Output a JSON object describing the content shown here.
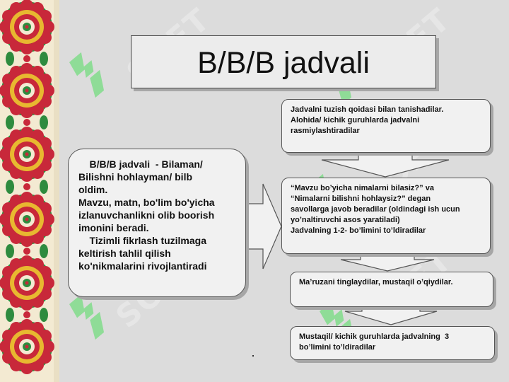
{
  "title": "B/B/B jadvali",
  "watermark": "SOFT",
  "main_box": {
    "lines": [
      "    B/B/B jadvali  - Bilaman/",
      "Bilishni hohlayman/ bilb",
      "oldim.",
      "Mavzu, matn, bo'lim bo'yicha",
      "izlanuvchanlikni olib boorish",
      "imonini beradi.",
      "    Tizimli fikrlash tuzilmaga",
      "keltirish tahlil qilish",
      "ko'nikmalarini rivojlantiradi"
    ]
  },
  "steps": [
    {
      "lines": [
        "Jadvalni tuzish qoidasi bilan tanishadilar.",
        "Alohida/ kichik guruhlarda jadvalni",
        "rasmiylashtiradilar"
      ]
    },
    {
      "lines": [
        "“Mavzu bo’yicha nimalarni bilasiz?” va",
        "“Nimalarni bilishni hohlaysiz?” degan",
        "savollarga javob beradilar (oldindagi ish ucun",
        "yo’naltiruvchi asos yaratiladi)",
        "Jadvalning 1-2- bo’limini to’ldiradilar"
      ]
    },
    {
      "lines": [
        "Ma’ruzani tinglaydilar, mustaqil o’qiydilar."
      ]
    },
    {
      "lines": [
        "Mustaqil/ kichik guruhlarda jadvalning  3",
        "bo’limini to’ldiradilar"
      ]
    }
  ],
  "colors": {
    "ornament_red": "#c8283a",
    "ornament_green": "#2e8b3e",
    "ornament_yellow": "#e8b830",
    "ornament_cream": "#f3ead2",
    "watermark_green": "#7fd88a"
  }
}
